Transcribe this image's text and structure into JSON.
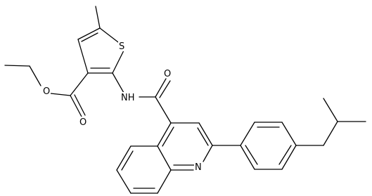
{
  "molecule": {
    "atoms": {
      "s1": "S",
      "o_ester_carbonyl": "O",
      "o_ester_ether": "O",
      "o_amide": "O",
      "nh": "NH",
      "n_quinoline": "N"
    },
    "colors": {
      "bonds": "#000000",
      "labels": "#000000",
      "background": "#ffffff"
    }
  }
}
